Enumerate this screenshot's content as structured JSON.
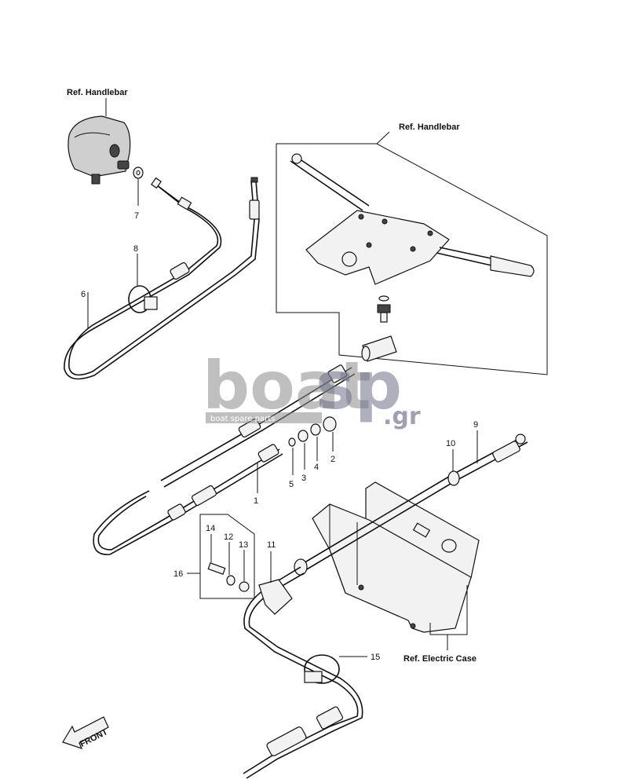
{
  "references": {
    "handlebar_top_left": "Ref. Handlebar",
    "handlebar_right": "Ref. Handlebar",
    "electric_case": "Ref. Electric Case"
  },
  "callouts": [
    "1",
    "2",
    "3",
    "4",
    "5",
    "6",
    "7",
    "8",
    "9",
    "10",
    "11",
    "12",
    "13",
    "14",
    "15",
    "16"
  ],
  "front_arrow_label": "FRONT",
  "watermark": {
    "brand_a": "boat",
    "brand_b": "sp",
    "suffix": ".gr",
    "tagline": "boat spare parts"
  }
}
